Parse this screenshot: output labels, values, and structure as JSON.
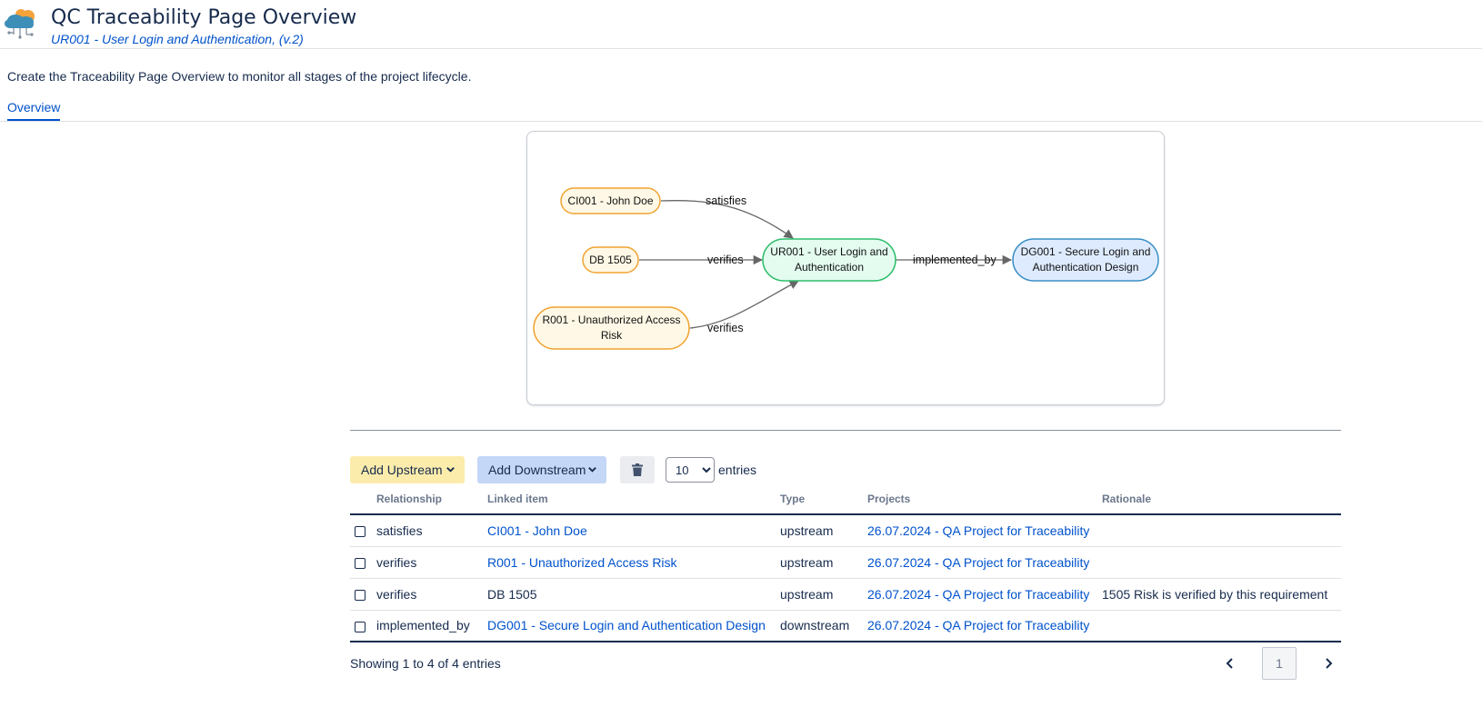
{
  "header": {
    "title": "QC Traceability Page Overview",
    "subtitle": "UR001 - User Login and Authentication, (v.2)",
    "logo_icon": "cloud-network-icon"
  },
  "description": "Create the Traceability Page Overview to monitor all stages of the project lifecycle.",
  "tabs": [
    {
      "label": "Overview",
      "active": true
    }
  ],
  "graph": {
    "nodes": {
      "ci001": "CI001 - John Doe",
      "db1505": "DB 1505",
      "r001_line1": "R001 - Unauthorized Access",
      "r001_line2": "Risk",
      "ur001_line1": "UR001 - User Login and",
      "ur001_line2": "Authentication",
      "dg001_line1": "DG001 - Secure Login and",
      "dg001_line2": "Authentication Design"
    },
    "edges": {
      "satisfies": "satisfies",
      "verifies_db": "verifies",
      "verifies_r001": "verifies",
      "implemented_by": "implemented_by"
    },
    "colors": {
      "upstream_fill": "#fff8e6",
      "upstream_stroke": "#f0a330",
      "current_fill": "#e3fcef",
      "current_stroke": "#2ebd6b",
      "downstream_fill": "#deebff",
      "downstream_stroke": "#3b8fc7",
      "edge": "#666666"
    }
  },
  "toolbar": {
    "add_upstream": "Add Upstream",
    "add_downstream": "Add Downstream",
    "delete_icon": "trash-icon",
    "entries_selected": "10",
    "entries_label": "entries"
  },
  "table": {
    "headers": {
      "relationship": "Relationship",
      "linked_item": "Linked item",
      "type": "Type",
      "projects": "Projects",
      "rationale": "Rationale"
    },
    "rows": [
      {
        "relationship": "satisfies",
        "linked_item": "CI001 - John Doe",
        "type": "upstream",
        "project": "26.07.2024 - QA Project for Traceability",
        "rationale": ""
      },
      {
        "relationship": "verifies",
        "linked_item": "R001 - Unauthorized Access Risk",
        "type": "upstream",
        "project": "26.07.2024 - QA Project for Traceability",
        "rationale": ""
      },
      {
        "relationship": "verifies",
        "linked_item": "DB 1505",
        "type": "upstream",
        "project": "26.07.2024 - QA Project for Traceability",
        "rationale": "1505 Risk is verified by this requirement"
      },
      {
        "relationship": "implemented_by",
        "linked_item": "DG001 - Secure Login and Authentication Design",
        "type": "downstream",
        "project": "26.07.2024 - QA Project for Traceability",
        "rationale": ""
      }
    ]
  },
  "footer": {
    "info": "Showing 1 to 4 of 4 entries",
    "current_page": "1"
  }
}
